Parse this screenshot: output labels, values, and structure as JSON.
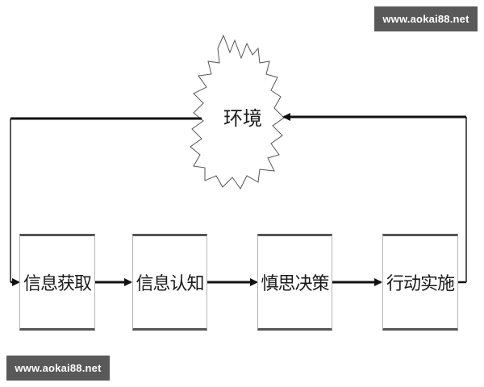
{
  "watermarks": {
    "top": "www.aokai88.net",
    "bottom": "www.aokai88.net"
  },
  "environment": {
    "label": "环境",
    "shape": "starburst"
  },
  "steps": [
    {
      "label": "信息获取"
    },
    {
      "label": "信息认知"
    },
    {
      "label": "慎思决策"
    },
    {
      "label": "行动实施"
    }
  ],
  "flow": {
    "sequence": [
      "信息获取",
      "信息认知",
      "慎思决策",
      "行动实施"
    ],
    "feedback": "行动实施 → 环境 → 信息获取"
  },
  "colors": {
    "line": "#111111",
    "box_border": "#555555",
    "watermark_bg": "#595959",
    "watermark_text": "#ffffff"
  }
}
